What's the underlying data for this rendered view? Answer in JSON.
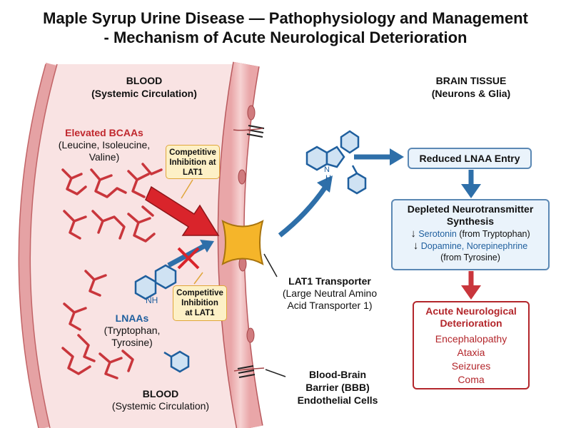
{
  "title": {
    "line1": "Maple Syrup Urine Disease — Pathophysiology and Management",
    "line2": "- Mechanism of Acute Neurological Deterioration"
  },
  "blood_top": {
    "title": "BLOOD",
    "subtitle": "(Systemic Circulation)"
  },
  "brain": {
    "title": "BRAIN TISSUE",
    "subtitle": "(Neurons & Glia)"
  },
  "bcaa": {
    "label": "Elevated BCAAs",
    "detail_line1": "(Leucine, Isoleucine,",
    "detail_line2": "Valine)"
  },
  "lnaa": {
    "label": "LNAAs",
    "detail_line1": "(Tryptophan,",
    "detail_line2": "Tyrosine)"
  },
  "inhibition_top": {
    "line1": "Competitive",
    "line2": "Inhibition at",
    "line3": "LAT1"
  },
  "inhibition_bottom": {
    "line1": "Competitive",
    "line2": "Inhibition",
    "line3": "at LAT1"
  },
  "nh_label_blood": "NH",
  "nh_label_brain": "H",
  "nh_label_brain_n": "N",
  "lat1": {
    "title": "LAT1 Transporter",
    "detail_line1": "(Large Neutral Amino",
    "detail_line2": "Acid Transporter 1)"
  },
  "bbb": {
    "line1": "Blood-Brain",
    "line2": "Barrier (BBB)",
    "line3": "Endothelial Cells"
  },
  "blood_bottom": {
    "title": "BLOOD",
    "subtitle": "(Systemic Circulation)"
  },
  "reduced": {
    "label": "Reduced LNAA Entry"
  },
  "depleted": {
    "title_line1": "Depleted Neurotransmitter",
    "title_line2": "Synthesis",
    "arrow_symbol": "↓",
    "serotonin": "Serotonin",
    "serotonin_src": "(from Tryptophan)",
    "dopamine": "Dopamine, Norepinephrine",
    "dopamine_src": "(from Tyrosine)"
  },
  "acute": {
    "title_line1": "Acute Neurological",
    "title_line2": "Deterioration",
    "items": [
      "Encephalopathy",
      "Ataxia",
      "Seizures",
      "Coma"
    ]
  },
  "colors": {
    "bcaa_red": "#c0272d",
    "lnaa_blue": "#1f5f9e",
    "vessel_pink": "#f6dcdc",
    "transporter_yellow": "#f5b52a",
    "box_blue_border": "#5b88b4",
    "box_red_border": "#b3262b"
  }
}
